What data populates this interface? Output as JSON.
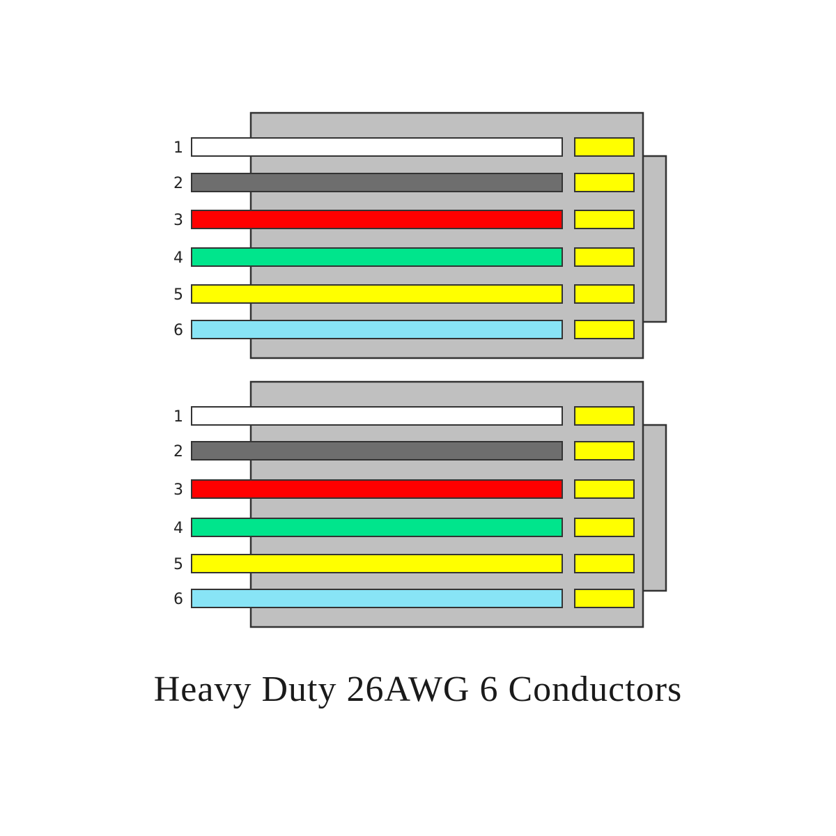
{
  "caption": "Heavy Duty 26AWG 6 Conductors",
  "colors": {
    "housing": "#c0c0c0",
    "outline": "#333333",
    "contact": "#ffff00"
  },
  "connectors": [
    {
      "name": "top-connector",
      "wires": [
        {
          "pin": "1",
          "color": "#ffffff"
        },
        {
          "pin": "2",
          "color": "#6e6e6e"
        },
        {
          "pin": "3",
          "color": "#ff0000"
        },
        {
          "pin": "4",
          "color": "#00e58c"
        },
        {
          "pin": "5",
          "color": "#ffff00"
        },
        {
          "pin": "6",
          "color": "#88e4f6"
        }
      ]
    },
    {
      "name": "bottom-connector",
      "wires": [
        {
          "pin": "1",
          "color": "#ffffff"
        },
        {
          "pin": "2",
          "color": "#6e6e6e"
        },
        {
          "pin": "3",
          "color": "#ff0000"
        },
        {
          "pin": "4",
          "color": "#00e58c"
        },
        {
          "pin": "5",
          "color": "#ffff00"
        },
        {
          "pin": "6",
          "color": "#88e4f6"
        }
      ]
    }
  ]
}
